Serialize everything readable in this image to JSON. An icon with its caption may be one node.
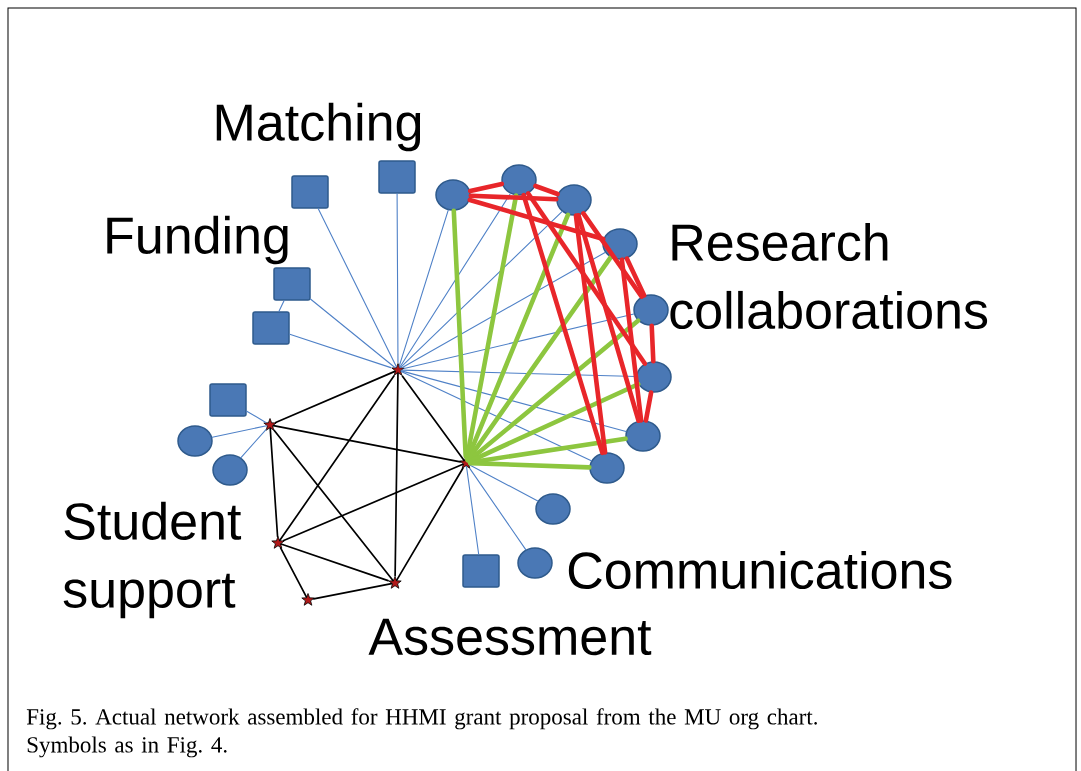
{
  "diagram": {
    "caption": "Fig. 5. Actual network assembled for HHMI grant proposal from the MU org chart. Symbols as in Fig. 4.",
    "nodes": [
      {
        "text": [],
        "shape": "box"
      },
      {
        "text": [],
        "shape": "box"
      },
      {
        "text": [],
        "shape": "circle"
      },
      {
        "text": [],
        "shape": "circle"
      },
      {
        "text": [],
        "shape": "circle"
      },
      {
        "text": [],
        "shape": "circle"
      },
      {
        "text": [],
        "shape": "box"
      },
      {
        "text": [],
        "shape": "circle"
      },
      {
        "text": [],
        "shape": "box"
      },
      {
        "text": [],
        "shape": "star"
      },
      {
        "text": [],
        "shape": "circle"
      },
      {
        "text": [],
        "shape": "box"
      },
      {
        "text": [],
        "shape": "star"
      },
      {
        "text": [],
        "shape": "circle"
      },
      {
        "text": [],
        "shape": "circle"
      },
      {
        "text": [],
        "shape": "star"
      },
      {
        "text": [],
        "shape": "circle"
      },
      {
        "text": [],
        "shape": "circle"
      },
      {
        "text": [],
        "shape": "circle"
      },
      {
        "text": [],
        "shape": "star"
      },
      {
        "text": [],
        "shape": "circle"
      },
      {
        "text": [],
        "shape": "box"
      },
      {
        "text": [],
        "shape": "star"
      },
      {
        "text": [],
        "shape": "star"
      }
    ],
    "edges": [
      {
        "from": 9,
        "to": 0,
        "arrow": "none"
      },
      {
        "from": 9,
        "to": 1,
        "arrow": "none"
      },
      {
        "from": 9,
        "to": 6,
        "arrow": "none"
      },
      {
        "from": 9,
        "to": 8,
        "arrow": "none"
      },
      {
        "from": 6,
        "to": 8,
        "arrow": "none"
      },
      {
        "from": 9,
        "to": 2,
        "arrow": "none"
      },
      {
        "from": 9,
        "to": 3,
        "arrow": "none"
      },
      {
        "from": 9,
        "to": 4,
        "arrow": "none"
      },
      {
        "from": 9,
        "to": 5,
        "arrow": "none"
      },
      {
        "from": 9,
        "to": 7,
        "arrow": "none"
      },
      {
        "from": 9,
        "to": 10,
        "arrow": "none"
      },
      {
        "from": 9,
        "to": 13,
        "arrow": "none"
      },
      {
        "from": 9,
        "to": 16,
        "arrow": "none"
      },
      {
        "from": 12,
        "to": 11,
        "arrow": "none"
      },
      {
        "from": 12,
        "to": 14,
        "arrow": "none"
      },
      {
        "from": 12,
        "to": 17,
        "arrow": "none"
      },
      {
        "from": 15,
        "to": 18,
        "arrow": "none"
      },
      {
        "from": 15,
        "to": 20,
        "arrow": "none"
      },
      {
        "from": 15,
        "to": 21,
        "arrow": "none"
      },
      {
        "from": 9,
        "to": 12,
        "arrow": "none",
        "color": "#000000"
      },
      {
        "from": 9,
        "to": 15,
        "arrow": "none",
        "color": "#000000"
      },
      {
        "from": 9,
        "to": 19,
        "arrow": "none",
        "color": "#000000"
      },
      {
        "from": 9,
        "to": 22,
        "arrow": "none",
        "color": "#000000"
      },
      {
        "from": 12,
        "to": 15,
        "arrow": "none",
        "color": "#000000"
      },
      {
        "from": 12,
        "to": 19,
        "arrow": "none",
        "color": "#000000"
      },
      {
        "from": 12,
        "to": 22,
        "arrow": "none",
        "color": "#000000"
      },
      {
        "from": 15,
        "to": 19,
        "arrow": "none",
        "color": "#000000"
      },
      {
        "from": 15,
        "to": 22,
        "arrow": "none",
        "color": "#000000"
      },
      {
        "from": 19,
        "to": 22,
        "arrow": "none",
        "color": "#000000"
      },
      {
        "from": 19,
        "to": 23,
        "arrow": "none",
        "color": "#000000"
      },
      {
        "from": 23,
        "to": 22,
        "arrow": "none",
        "color": "#000000"
      },
      {
        "from": 15,
        "to": 2,
        "arrow": "none",
        "style": "thick",
        "color": "#8dc63f"
      },
      {
        "from": 15,
        "to": 3,
        "arrow": "none",
        "style": "thick",
        "color": "#8dc63f"
      },
      {
        "from": 15,
        "to": 4,
        "arrow": "none",
        "style": "thick",
        "color": "#8dc63f"
      },
      {
        "from": 15,
        "to": 5,
        "arrow": "none",
        "style": "thick",
        "color": "#8dc63f"
      },
      {
        "from": 15,
        "to": 7,
        "arrow": "none",
        "style": "thick",
        "color": "#8dc63f"
      },
      {
        "from": 15,
        "to": 10,
        "arrow": "none",
        "style": "thick",
        "color": "#8dc63f"
      },
      {
        "from": 15,
        "to": 13,
        "arrow": "none",
        "style": "thick",
        "color": "#8dc63f"
      },
      {
        "from": 15,
        "to": 16,
        "arrow": "none",
        "style": "thick",
        "color": "#8dc63f"
      },
      {
        "from": 2,
        "to": 3,
        "arrow": "none",
        "style": "thick",
        "color": "#e8262a"
      },
      {
        "from": 2,
        "to": 4,
        "arrow": "none",
        "style": "thick",
        "color": "#e8262a"
      },
      {
        "from": 2,
        "to": 5,
        "arrow": "none",
        "style": "thick",
        "color": "#e8262a"
      },
      {
        "from": 3,
        "to": 4,
        "arrow": "none",
        "style": "thick",
        "color": "#e8262a"
      },
      {
        "from": 3,
        "to": 10,
        "arrow": "none",
        "style": "thick",
        "color": "#e8262a"
      },
      {
        "from": 3,
        "to": 16,
        "arrow": "none",
        "style": "thick",
        "color": "#e8262a"
      },
      {
        "from": 4,
        "to": 7,
        "arrow": "none",
        "style": "thick",
        "color": "#e8262a"
      },
      {
        "from": 4,
        "to": 13,
        "arrow": "none",
        "style": "thick",
        "color": "#e8262a"
      },
      {
        "from": 4,
        "to": 16,
        "arrow": "none",
        "style": "thick",
        "color": "#e8262a"
      },
      {
        "from": 5,
        "to": 7,
        "arrow": "none",
        "style": "thick",
        "color": "#e8262a"
      },
      {
        "from": 5,
        "to": 13,
        "arrow": "none",
        "style": "thick",
        "color": "#e8262a"
      },
      {
        "from": 7,
        "to": 10,
        "arrow": "none",
        "style": "thick",
        "color": "#e8262a"
      },
      {
        "from": 10,
        "to": 13,
        "arrow": "none",
        "style": "thick",
        "color": "#e8262a"
      }
    ],
    "labels": [
      "Matching",
      "Funding",
      "Research collaborations",
      "Student support",
      "Assessment",
      "Communications"
    ]
  }
}
